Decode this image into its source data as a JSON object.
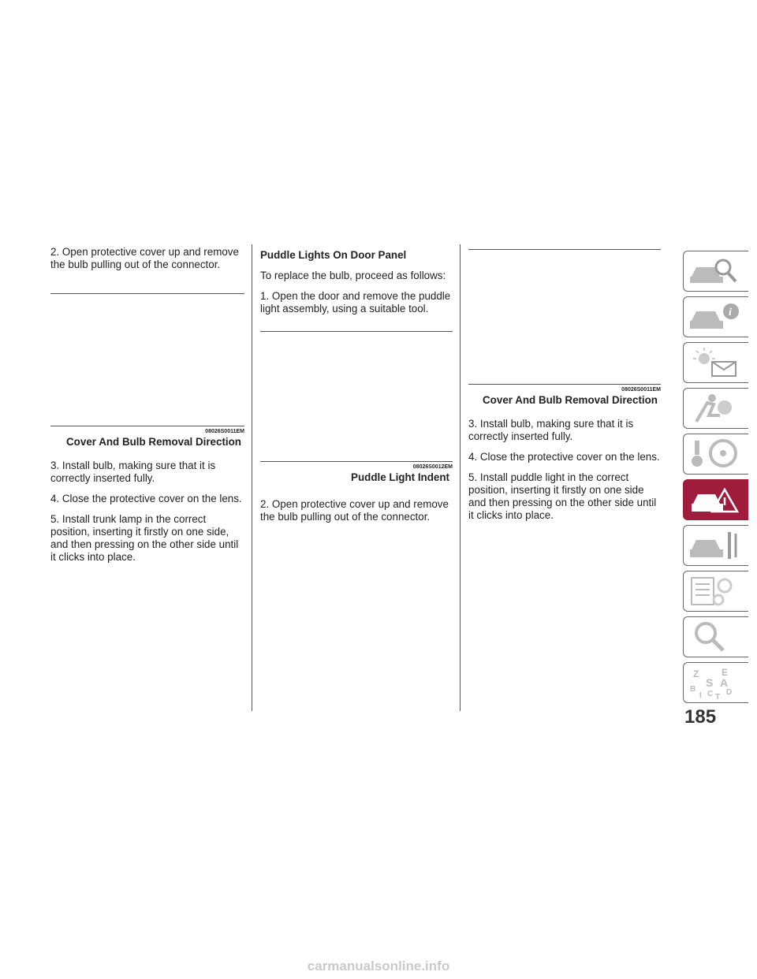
{
  "col1": {
    "step2": "2.  Open protective cover up and remove the bulb pulling out of the connector.",
    "fig_code": "08026S0011EM",
    "fig_caption": "Cover And Bulb Removal Direction",
    "step3": "3.  Install bulb, making sure that it is correctly inserted fully.",
    "step4": "4.  Close the protective cover on the lens.",
    "step5": "5.  Install trunk lamp in the correct position, inserting it firstly on one side, and then pressing on the other side until it clicks into place."
  },
  "col2": {
    "heading": "Puddle Lights On Door Panel",
    "intro": "To replace the bulb, proceed as follows:",
    "step1": "1.  Open the door and remove the puddle light assembly, using a suitable tool.",
    "fig_code": "08026S0012EM",
    "fig_caption": "Puddle Light Indent",
    "step2": "2.  Open protective cover up and remove the bulb pulling out of the connector."
  },
  "col3": {
    "fig_code": "08026S0011EM",
    "fig_caption": "Cover And Bulb Removal Direction",
    "step3": "3.  Install bulb, making sure that it is correctly inserted fully.",
    "step4": "4.  Close the protective cover on the lens.",
    "step5": "5.  Install puddle light in the correct position, inserting it firstly on one side and then pressing on the other side until it clicks into place."
  },
  "sidebar": {
    "tabs": [
      {
        "icon": "car-search-icon"
      },
      {
        "icon": "car-info-icon"
      },
      {
        "icon": "warning-light-message-icon"
      },
      {
        "icon": "seat-airbag-icon"
      },
      {
        "icon": "key-steering-wheel-icon"
      },
      {
        "icon": "car-emergency-icon",
        "active": true
      },
      {
        "icon": "car-maintenance-icon"
      },
      {
        "icon": "specifications-gear-icon"
      },
      {
        "icon": "magnifier-icon"
      },
      {
        "icon": "index-letters-icon"
      }
    ],
    "active_color": "#a01c3c",
    "index_letters": [
      "Z",
      "E",
      "S",
      "A",
      "B",
      "C",
      "D",
      "I",
      "T"
    ]
  },
  "page_number": "185",
  "watermark": "carmanualsonline.info"
}
